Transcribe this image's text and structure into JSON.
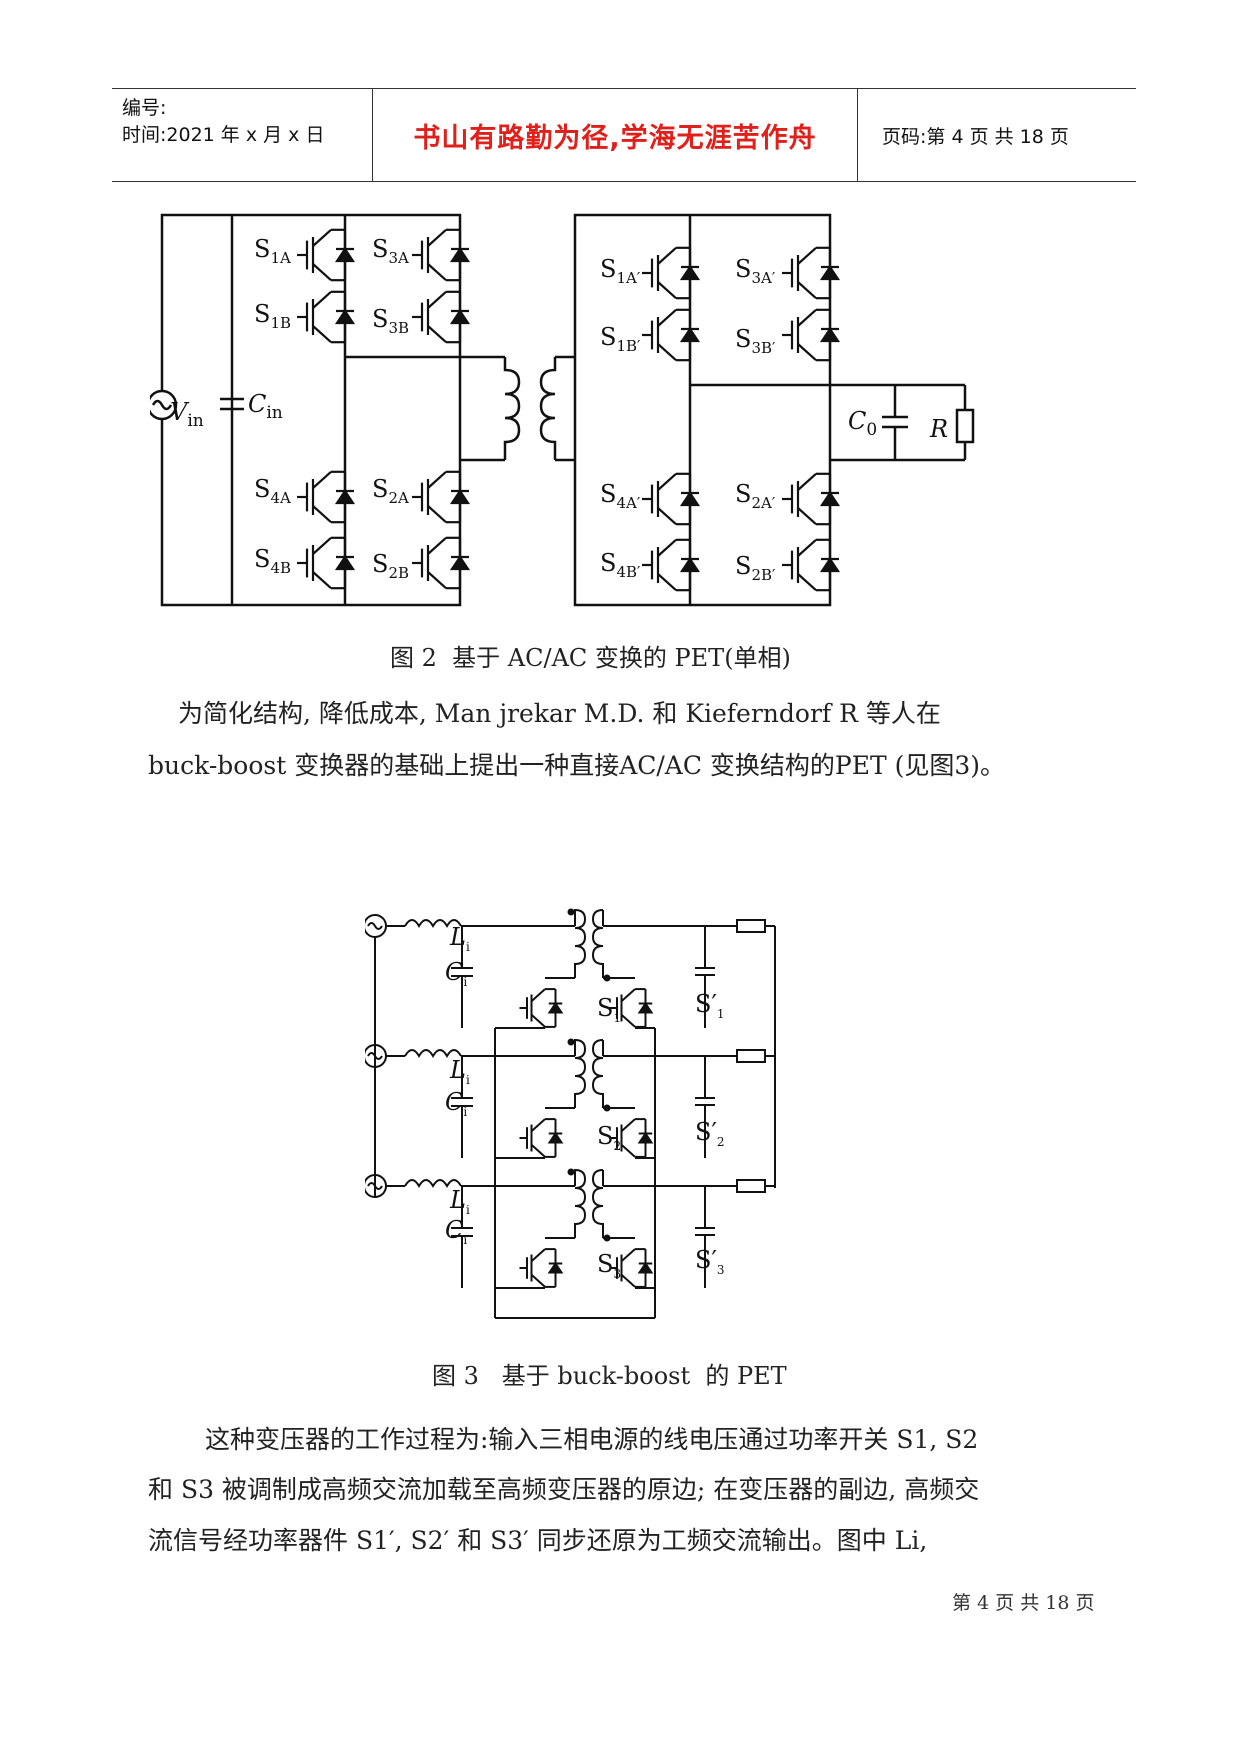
{
  "header": {
    "number_label": "编号:",
    "time_label": "时间:2021 年 x 月 x 日",
    "motto": "书山有路勤为径,学海无涯苦作舟",
    "page_info": "页码:第 4 页  共 18 页"
  },
  "figure2": {
    "labels": {
      "vin": "V",
      "vin_sub": "in",
      "cin": "C",
      "cin_sub": "in",
      "c0": "C",
      "c0_sub": "0",
      "r": "R",
      "s1a": "1A",
      "s3a": "3A",
      "s1b": "1B",
      "s3b": "3B",
      "s4a": "4A",
      "s2a": "2A",
      "s4b": "4B",
      "s2b": "2B",
      "s1a_p": "1A′",
      "s3a_p": "3A′",
      "s1b_p": "1B′",
      "s3b_p": "3B′",
      "s4a_p": "4A′",
      "s2a_p": "2A′",
      "s4b_p": "4B′",
      "s2b_p": "2B′",
      "s": "S"
    },
    "caption": "图 2  基于 AC/AC 变换的 PET(单相)"
  },
  "paragraph1": {
    "line1": "为简化结构, 降低成本, Man jrekar M.D. 和 Kieferndorf R 等人在",
    "line2": "buck-boost 变换器的基础上提出一种直接AC/AC 变换结构的PET (见图3)。"
  },
  "figure3": {
    "labels": {
      "li": "L",
      "li_sub": "i",
      "ci": "C",
      "ci_sub": "i",
      "s1": "S",
      "s1_sub": "1",
      "s2": "S",
      "s2_sub": "2",
      "s3": "S",
      "s3_sub": "3",
      "s1p": "S′",
      "s1p_sub": "1",
      "s2p": "S′",
      "s2p_sub": "2",
      "s3p": "S′",
      "s3p_sub": "3"
    },
    "caption": "图 3   基于 buck-boost  的 PET"
  },
  "paragraph2": {
    "line1": "这种变压器的工作过程为:输入三相电源的线电压通过功率开关 S1, S2",
    "line2": "和 S3 被调制成高频交流加载至高频变压器的原边; 在变压器的副边, 高频交",
    "line3": "流信号经功率器件 S1′, S2′ 和 S3′ 同步还原为工频交流输出。图中 Li,"
  },
  "footer": {
    "page": "第 4 页 共 18 页"
  }
}
